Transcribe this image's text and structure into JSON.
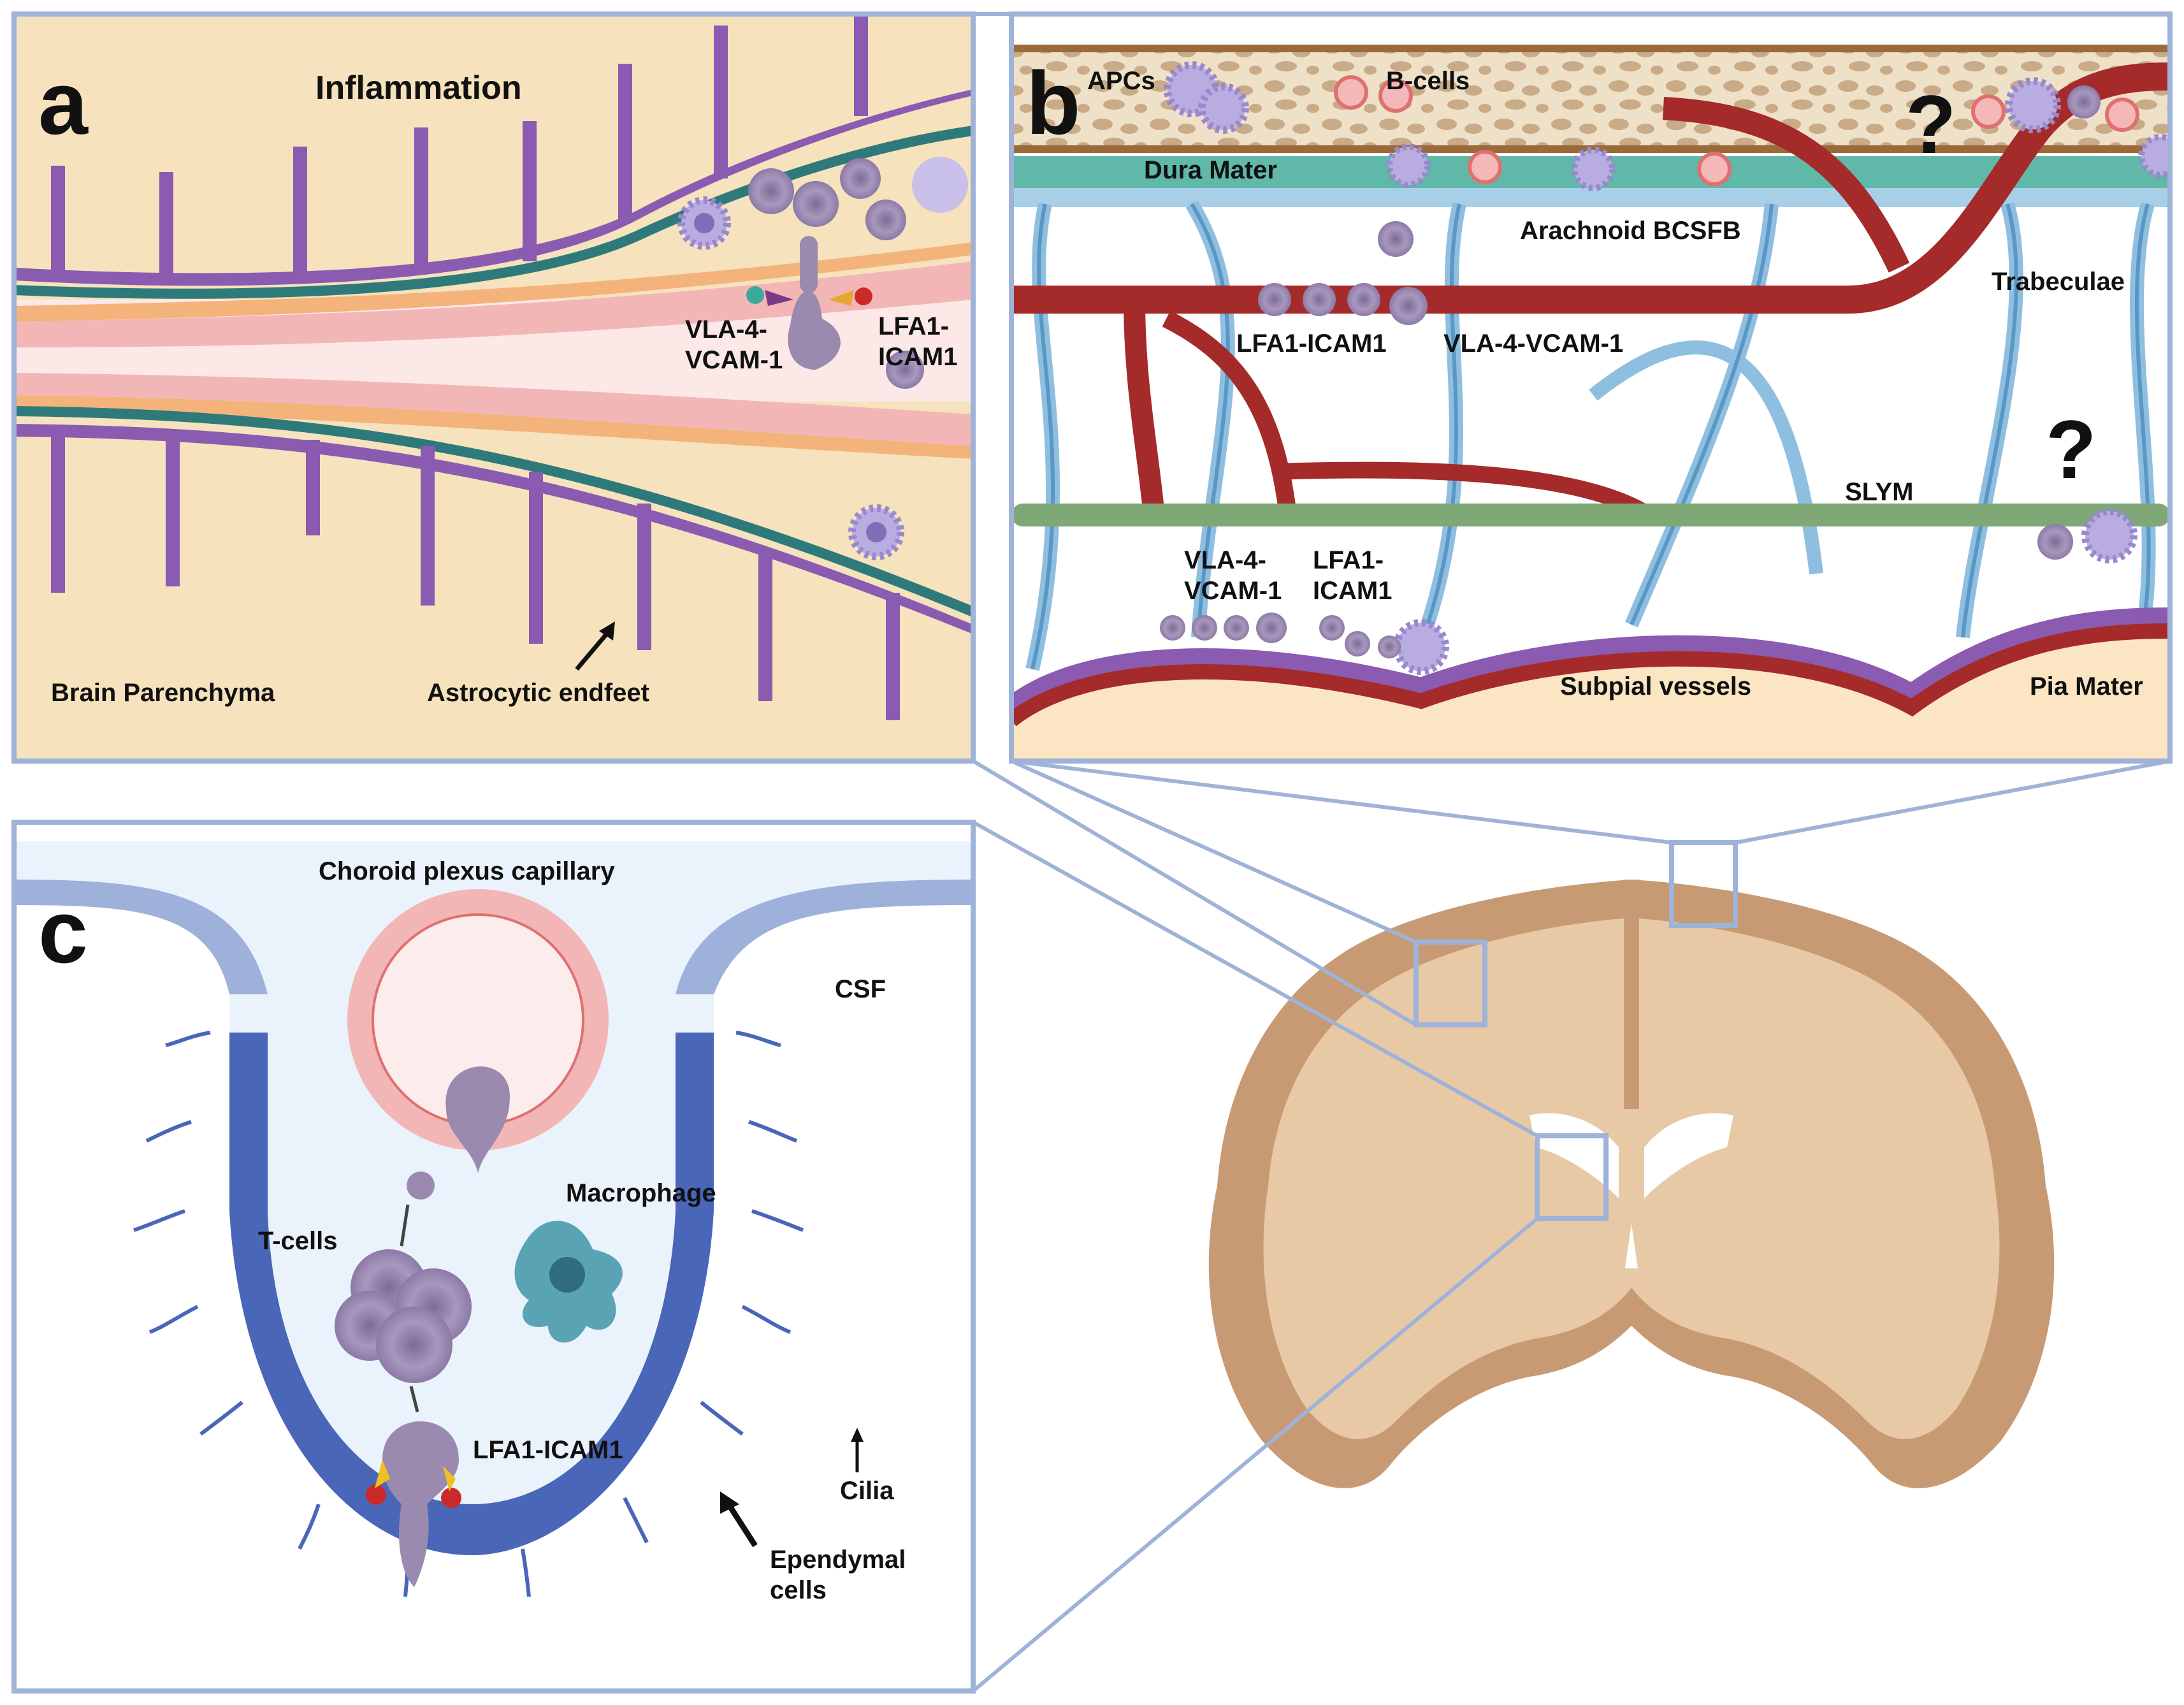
{
  "panels": {
    "a": {
      "letter": "a",
      "title": "Inflammation",
      "vla_line1": "VLA-4-",
      "vla_line2": "VCAM-1",
      "lfa_line1": "LFA1-",
      "lfa_line2": "ICAM1",
      "parenchyma": "Brain Parenchyma",
      "endfeet": "Astrocytic endfeet"
    },
    "b": {
      "letter": "b",
      "apcs": "APCs",
      "bcells": "B-cells",
      "dura": "Dura Mater",
      "arachnoid": "Arachnoid BCSFB",
      "trabeculae": "Trabeculae",
      "lfa_icam": "LFA1-ICAM1",
      "vla_vcam": "VLA-4-VCAM-1",
      "slym": "SLYM",
      "vla_line1": "VLA-4-",
      "vla_line2": "VCAM-1",
      "lfa_line1": "LFA1-",
      "lfa_line2": "ICAM1",
      "subpial": "Subpial vessels",
      "pia": "Pia Mater",
      "question": "?"
    },
    "c": {
      "letter": "c",
      "capillary": "Choroid plexus capillary",
      "csf": "CSF",
      "macrophage": "Macrophage",
      "tcells": "T-cells",
      "lfa_icam": "LFA1-ICAM1",
      "cilia": "Cilia",
      "ependymal_line1": "Ependymal",
      "ependymal_line2": "cells"
    }
  },
  "colors": {
    "frame": "#9fb2d8",
    "parenchyma_bg": "#f6e2bc",
    "astrocyte": "#8a5bb0",
    "vessel_red": "#a52a2a",
    "endothelium": "#f0a8a8",
    "arachnoid_blue": "#8fbfe0",
    "slym_green": "#7fa876",
    "ependymal_blue": "#4a66b8",
    "brain_tan": "#e8c9a5",
    "brain_cortex": "#c89a74",
    "tcell": "#9a8ab0",
    "macrophage": "#5aa3b5"
  }
}
